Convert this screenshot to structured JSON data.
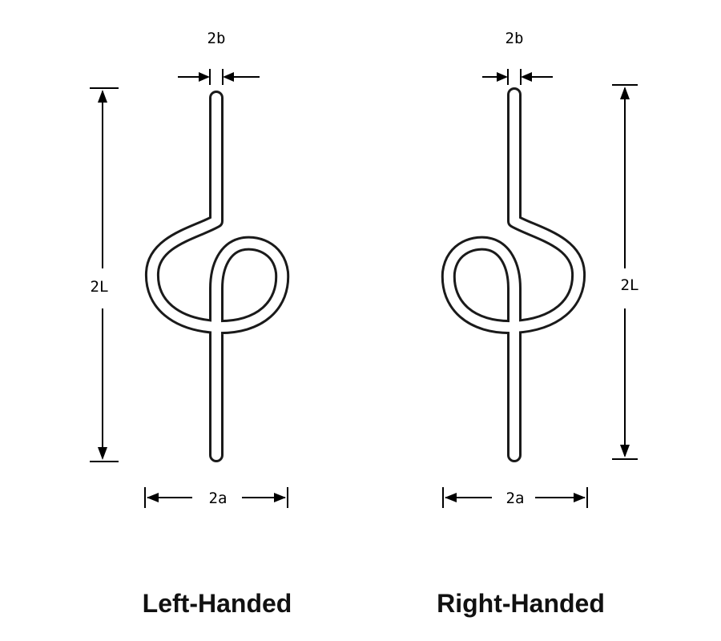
{
  "left_figure": {
    "caption": "Left-Handed",
    "dimensions": {
      "wire_diameter": "2b",
      "length": "2L",
      "width": "2a"
    }
  },
  "right_figure": {
    "caption": "Right-Handed",
    "dimensions": {
      "wire_diameter": "2b",
      "length": "2L",
      "width": "2a"
    }
  },
  "colors": {
    "wire": "#1a1a1a",
    "dimension_lines": "#000000",
    "background": "#ffffff"
  }
}
